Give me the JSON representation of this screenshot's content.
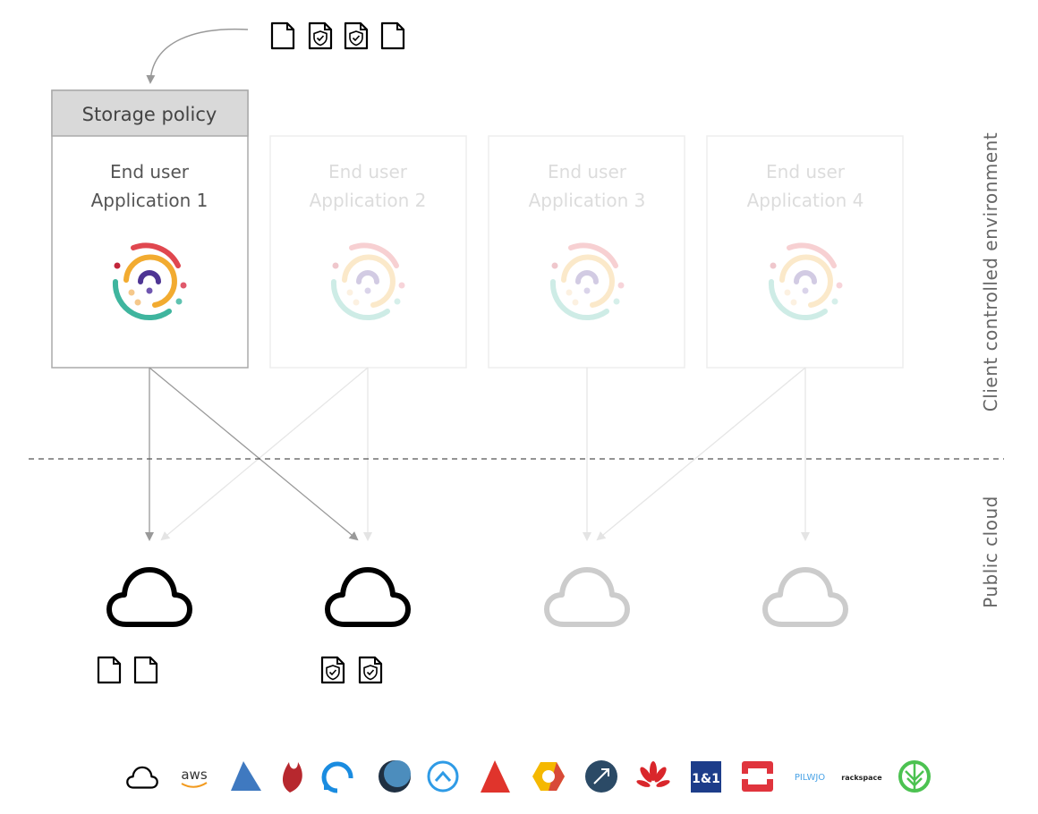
{
  "policy": {
    "title": "Storage policy"
  },
  "applications": [
    {
      "line1": "End user",
      "line2": "Application 1",
      "active": true
    },
    {
      "line1": "End user",
      "line2": "Application 2",
      "active": false
    },
    {
      "line1": "End user",
      "line2": "Application 3",
      "active": false
    },
    {
      "line1": "End user",
      "line2": "Application 4",
      "active": false
    }
  ],
  "zones": {
    "client": "Client controlled environment",
    "cloud": "Public cloud"
  },
  "incoming_files": [
    "document-icon",
    "shield-document-icon",
    "shield-document-icon",
    "document-icon"
  ],
  "providers": {
    "aws": "aws",
    "oneandone": "1&1",
    "pilwjo": "PILWJO",
    "rackspace": "rackspace"
  },
  "colors": {
    "dark": "#000000",
    "faded": "#cccccc",
    "arrow": "#999999",
    "arrow_faded": "#e6e6e6"
  }
}
